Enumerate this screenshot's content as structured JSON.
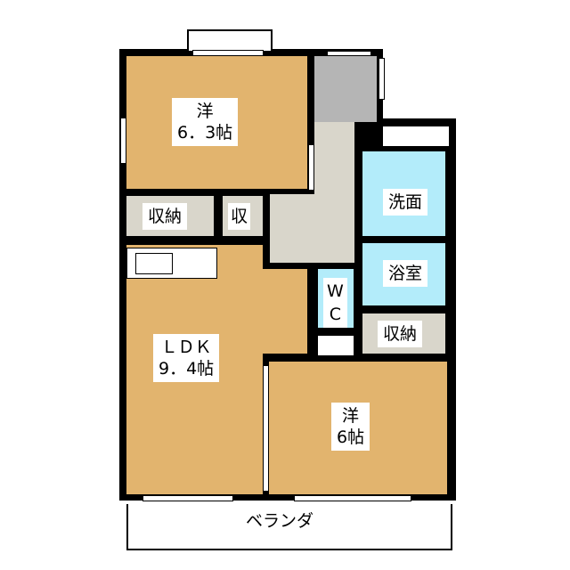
{
  "rooms": {
    "western1": {
      "type": "洋",
      "size": "6．3帖"
    },
    "storage1": "収納",
    "storage_small": "収",
    "washroom": "洗面",
    "bathroom": "浴室",
    "wc": [
      "W",
      "C"
    ],
    "storage2": "収納",
    "ldk": {
      "type": "ＬＤＫ",
      "size": "9．4帖"
    },
    "western2": {
      "type": "洋",
      "size": "6帖"
    },
    "balcony": "ベランダ"
  },
  "colors": {
    "western": "#E2B46E",
    "hall": "#D9D6CB",
    "entrance": "#B5B5B5",
    "wet": "#B3ECFA"
  }
}
